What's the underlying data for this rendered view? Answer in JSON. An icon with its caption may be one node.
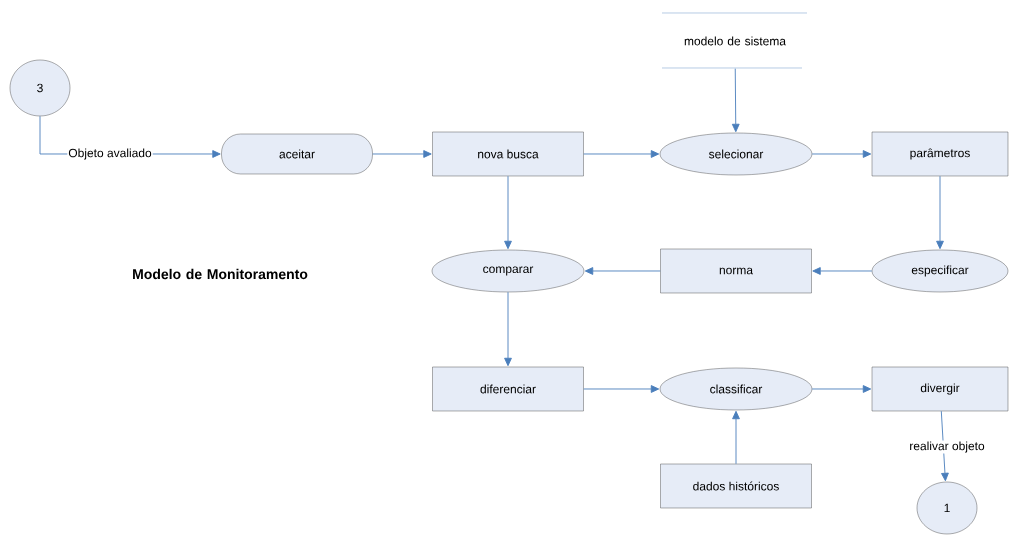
{
  "diagram": {
    "title": "Modelo de Monitoramento",
    "nodes": [
      {
        "text": [
          "3"
        ]
      },
      {
        "text": [
          "aceitar"
        ]
      },
      {
        "text": [
          "nova busca"
        ]
      },
      {
        "text": [
          "modelo de sistema"
        ]
      },
      {
        "text": [
          "selecionar"
        ]
      },
      {
        "text": [
          "parâmetros"
        ]
      },
      {
        "text": [
          "comparar"
        ]
      },
      {
        "text": [
          "norma"
        ]
      },
      {
        "text": [
          "especificar"
        ]
      },
      {
        "text": [
          "diferenciar"
        ]
      },
      {
        "text": [
          "classificar"
        ]
      },
      {
        "text": [
          "divergir"
        ]
      },
      {
        "text": [
          "dados históricos"
        ]
      },
      {
        "text": [
          "1"
        ]
      }
    ],
    "edges": [
      {
        "from": 0,
        "to": 1,
        "arrow": "to",
        "label": "Objeto avaliado"
      },
      {
        "from": 1,
        "to": 2,
        "arrow": "to"
      },
      {
        "from": 2,
        "to": 4,
        "arrow": "to"
      },
      {
        "from": 3,
        "to": 4,
        "arrow": "to"
      },
      {
        "from": 4,
        "to": 5,
        "arrow": "to"
      },
      {
        "from": 5,
        "to": 8,
        "arrow": "to"
      },
      {
        "from": 8,
        "to": 7,
        "arrow": "to"
      },
      {
        "from": 7,
        "to": 6,
        "arrow": "to"
      },
      {
        "from": 2,
        "to": 6,
        "arrow": "to"
      },
      {
        "from": 6,
        "to": 9,
        "arrow": "to"
      },
      {
        "from": 9,
        "to": 10,
        "arrow": "to"
      },
      {
        "from": 12,
        "to": 10,
        "arrow": "to"
      },
      {
        "from": 10,
        "to": 11,
        "arrow": "to"
      },
      {
        "from": 11,
        "to": 13,
        "arrow": "to",
        "label": "realivar objeto"
      }
    ]
  }
}
